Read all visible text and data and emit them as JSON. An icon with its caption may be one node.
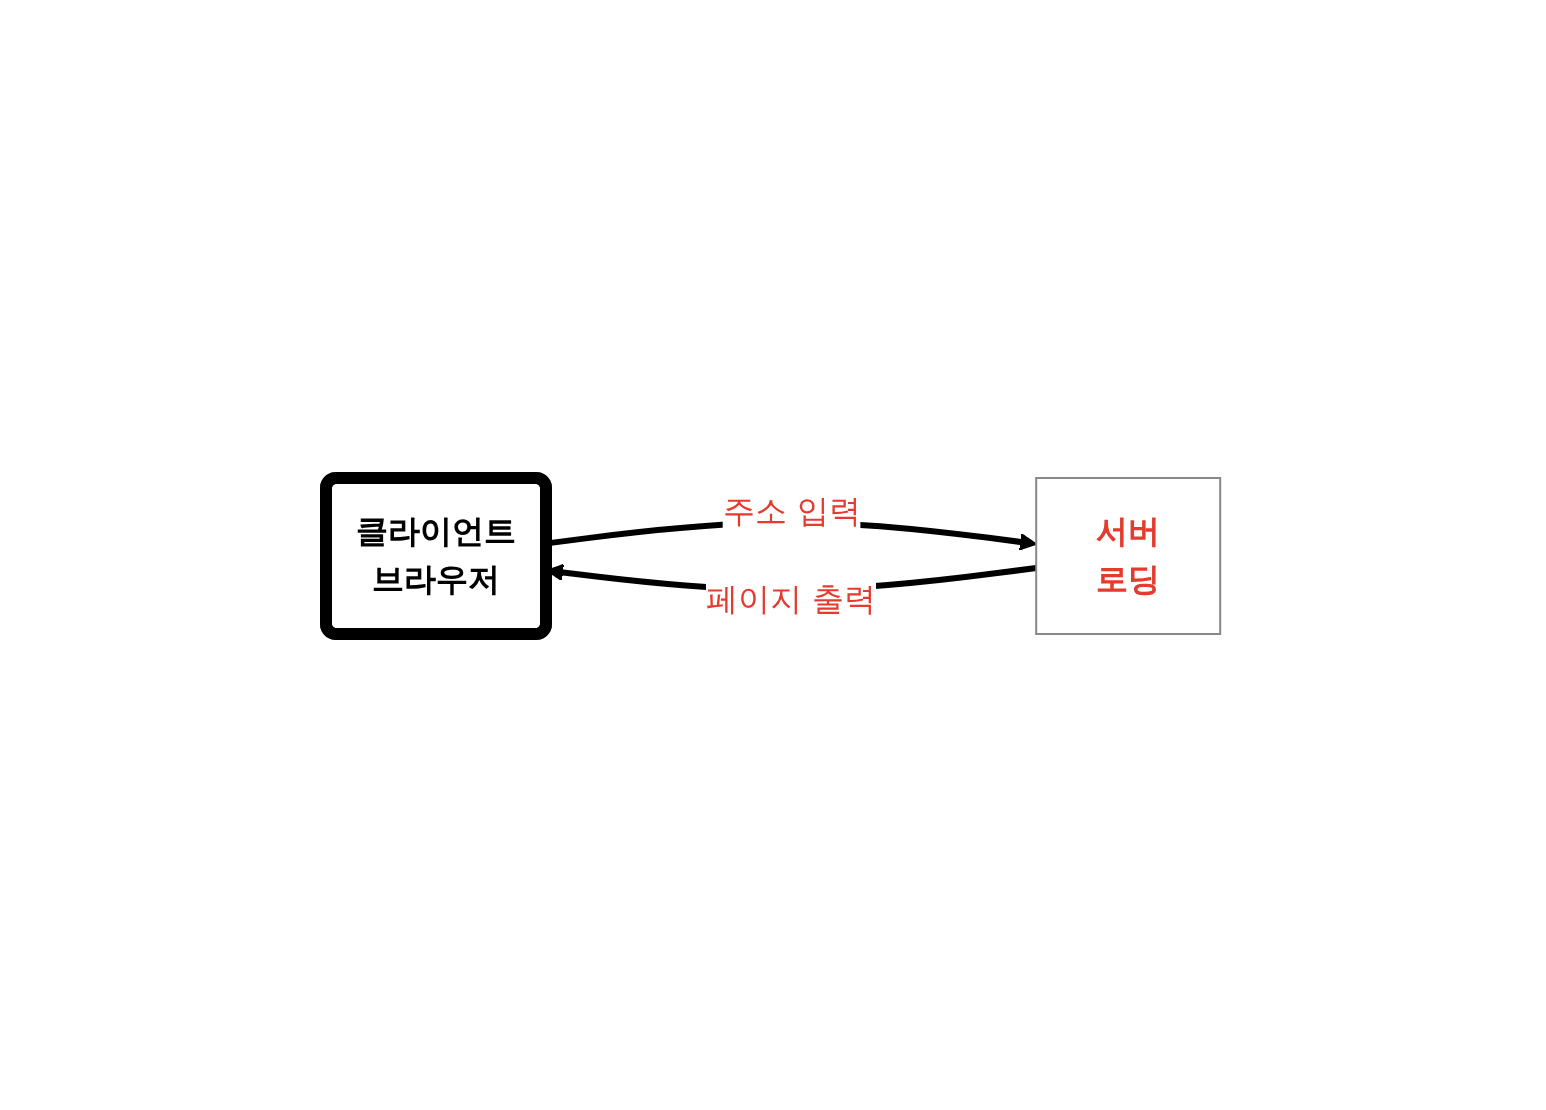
{
  "diagram": {
    "nodes": [
      {
        "text": [
          "클라이언트",
          "브라우저"
        ]
      },
      {
        "text": [
          "서버",
          "로딩"
        ]
      }
    ],
    "edges": [
      {
        "from": 0,
        "to": 1,
        "arrow": "to",
        "label": "주소 입력"
      },
      {
        "from": 1,
        "to": 0,
        "arrow": "to",
        "label": "페이지 출력"
      }
    ]
  }
}
